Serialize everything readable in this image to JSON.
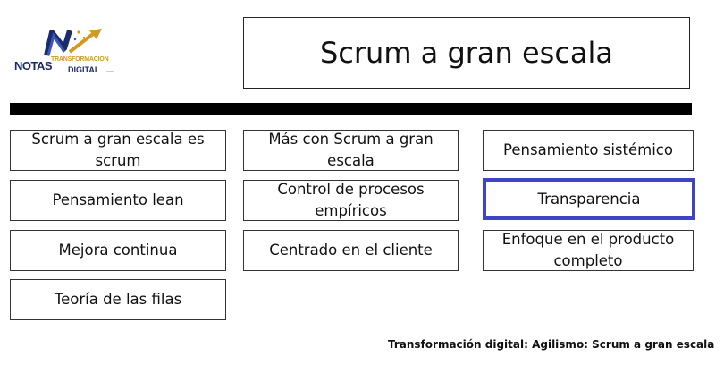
{
  "logo": {
    "line1": "NOTAS",
    "line2": "TRANSFORMACION",
    "line3": "DIGITAL",
    "line4": ".com"
  },
  "title": "Scrum a gran escala",
  "cells": [
    {
      "label": "Scrum a gran escala es scrum",
      "highlighted": false
    },
    {
      "label": "Más con Scrum a gran escala",
      "highlighted": false
    },
    {
      "label": "Pensamiento sistémico",
      "highlighted": false
    },
    {
      "label": "Pensamiento lean",
      "highlighted": false
    },
    {
      "label": "Control de procesos empíricos",
      "highlighted": false
    },
    {
      "label": "Transparencia",
      "highlighted": true
    },
    {
      "label": "Mejora continua",
      "highlighted": false
    },
    {
      "label": "Centrado en el cliente",
      "highlighted": false
    },
    {
      "label": "Enfoque en el producto completo",
      "highlighted": false
    },
    {
      "label": "Teoría de las filas",
      "highlighted": false
    }
  ],
  "footer": "Transformación digital: Agilismo: Scrum a gran escala",
  "colors": {
    "highlight_border": "#3d45c4",
    "logo_blue": "#1b2a6b",
    "logo_gold": "#d29a1e"
  }
}
